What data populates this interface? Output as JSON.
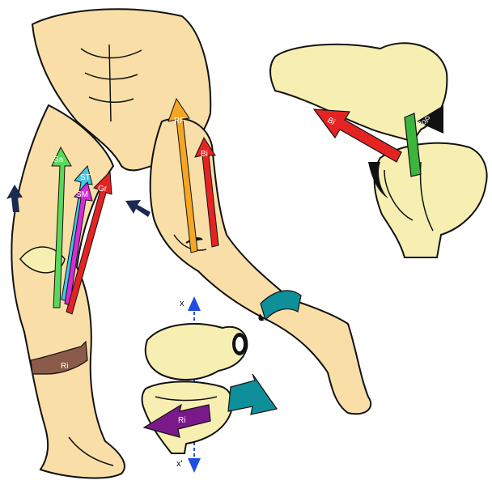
{
  "colors": {
    "skin": "#F9DFA7",
    "skin_dark": "#F2C98A",
    "bone": "#F7EFB2",
    "outline": "#111111",
    "sartorius": "#5BD85B",
    "semitendinosus": "#41C8E8",
    "semimembranosus": "#D72BD7",
    "gracilis": "#E52323",
    "rectus_femoris": "#F5A623",
    "vastus": "#E52323",
    "biceps": "#E52323",
    "popliteus": "#3CB53C",
    "tensor_lateral": "#0F8F9A",
    "rotation_arrow": "#8A5A4A",
    "medial_arrow": "#7A1A8A",
    "axis": "#1F4FE0",
    "wall_arrow": "#1A2A50"
  },
  "labels": {
    "sartorius": "Sa",
    "semitendinosus": "ST",
    "semimembranosus": "SM",
    "gracilis": "Gr",
    "rectus_femoris": "RF",
    "vastus": "Bi",
    "biceps_inset": "Bi",
    "popliteus": "PoP",
    "rotation_leg": "Ri",
    "medial_arrow": "Ri",
    "axis_top": "x",
    "axis_bottom": "x'"
  }
}
